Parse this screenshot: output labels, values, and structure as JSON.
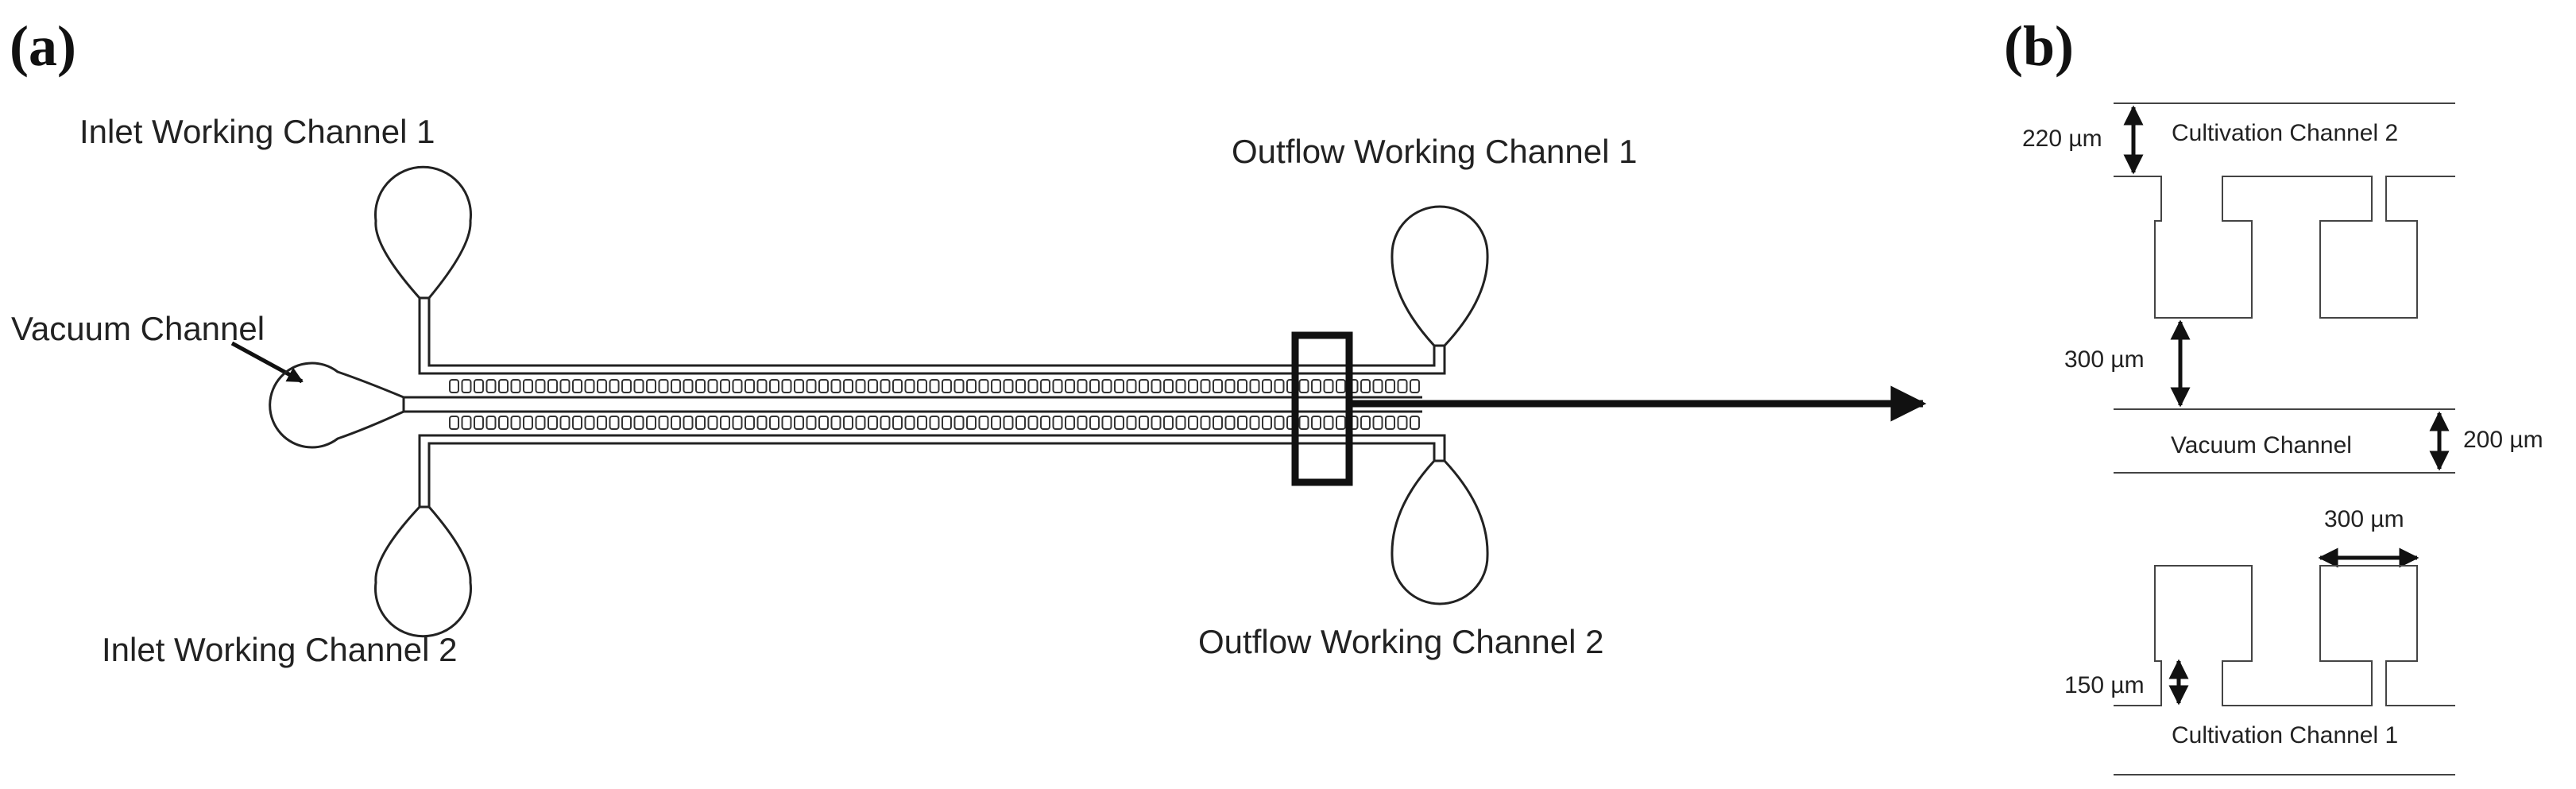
{
  "panels": {
    "a": {
      "label": "(a)",
      "inlet_1": "Inlet Working Channel 1",
      "inlet_2": "Inlet Working Channel 2",
      "vacuum": "Vacuum Channel",
      "outflow_1": "Outflow Working Channel 1",
      "outflow_2": "Outflow Working Channel 2"
    },
    "b": {
      "label": "(b)",
      "cultivation_2": "Cultivation Channel 2",
      "cultivation_1": "Cultivation Channel  1",
      "vacuum": "Vacuum Channel",
      "dim_220": "220 µm",
      "dim_300_gap": "300 µm",
      "dim_200": "200 µm",
      "dim_300_width": "300 µm",
      "dim_150": "150 µm"
    }
  }
}
